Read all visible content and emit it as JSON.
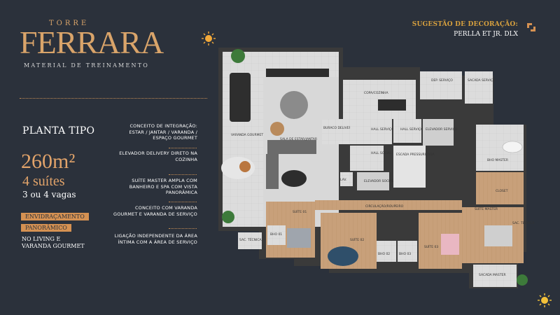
{
  "brand": {
    "top": "TORRE",
    "name": "FERRARA",
    "subtitle": "MATERIAL DE TREINAMENTO"
  },
  "decor": {
    "title": "SUGESTÃO DE DECORAÇÃO:",
    "name": "PERLLA ET JR. DLX"
  },
  "plan": {
    "title": "PLANTA TIPO",
    "area": "260m²",
    "suites": "4 suítes",
    "vagas": "3 ou 4 vagas",
    "tag1": "ENVIDRAÇAMENTO",
    "tag2": "PANORÂMICO",
    "tag_note": "NO LIVING E VARANDA GOURMET"
  },
  "features": [
    "CONCEITO DE INTEGRAÇÃO: ESTAR / JANTAR / VARANDA / ESPAÇO GOURMET",
    "ELEVADOR DELIVERY DIRETO NA COZINHA",
    "SUÍTE MASTER AMPLA COM BANHEIRO E SPA COM VISTA PANORÂMICA",
    "CONCEITO COM VARANDA GOURMET E VARANDA DE SERVIÇO",
    "LIGAÇÃO INDEPENDENTE DA ÁREA ÍNTIMA COM A ÁREA DE SERVIÇO"
  ],
  "rooms": {
    "copa": "COPA/COZINHA",
    "dep": "DEP. SERVIÇO",
    "sacada_servico": "SACADA SERVIÇO",
    "varanda": "VARANDA GOURMET",
    "sala": "SALA DE ESTAR/JANTAR",
    "hall_servico": "HALL SERVIÇO",
    "hall_servico2": "HALL SERVIÇO",
    "elev_servico": "ELEVADOR SERVIÇO",
    "hall_social": "HALL SOCIAL",
    "escada": "ESCADA PRESSURIZADA",
    "lav": "LAV.",
    "elev_social": "ELEVADOR SOCIAL",
    "bwc_master": "BHO MASTER",
    "closet": "CLOSET",
    "suite_master": "SUÍTE MASTER",
    "circulacao": "CIRCULAÇÃO/ROUPEIRO",
    "suite01": "SUÍTE 01",
    "suite02": "SUÍTE 02",
    "suite03": "SUÍTE 03",
    "bho01": "BHO 01",
    "bho02": "BHO 02",
    "bho03": "BHO 03",
    "sac_tecnica": "SAC. TÉCNICA",
    "sac_tecnica2": "SAC. TÉCNICA",
    "sacada_master": "SACADA MASTER",
    "buraco": "BURACO DELIVERY"
  },
  "colors": {
    "background": "#2b313b",
    "gold": "#d9a46a",
    "accent": "#d59152"
  }
}
